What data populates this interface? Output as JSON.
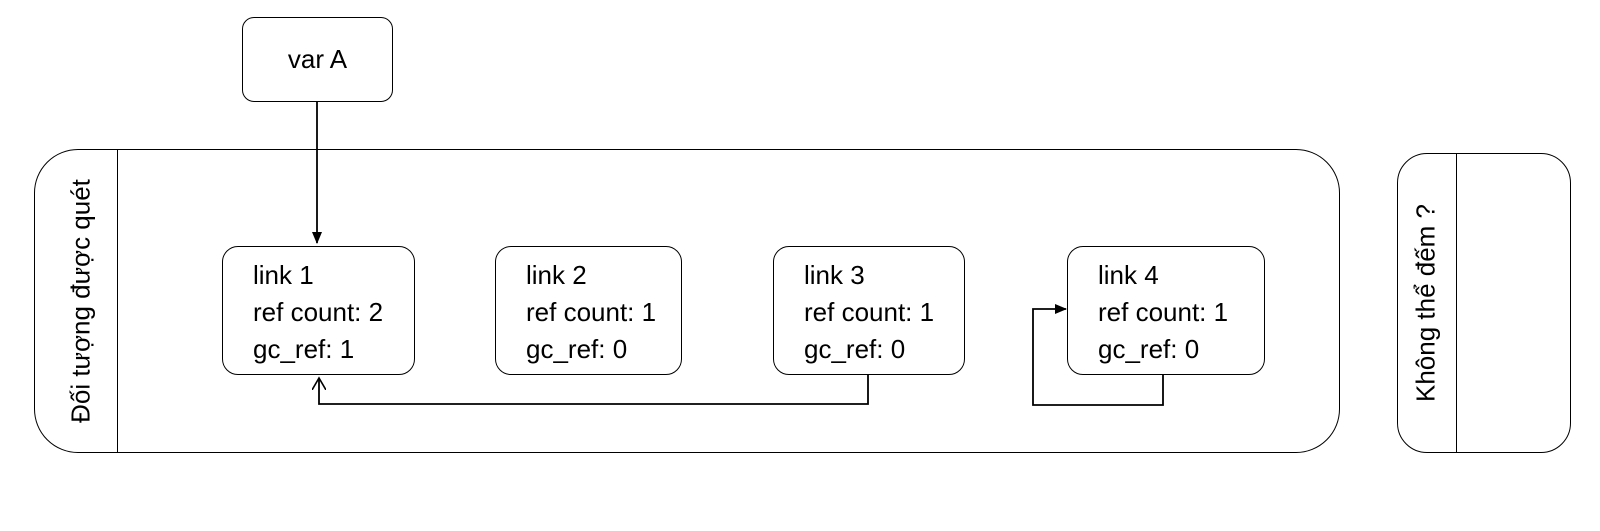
{
  "variable": {
    "label": "var A"
  },
  "groups": {
    "scanned": {
      "label": "Đối tượng được quét"
    },
    "uncountable": {
      "label": "Không thể đếm ?"
    }
  },
  "objects": [
    {
      "name": "link 1",
      "ref_count": "ref count: 2",
      "gc_ref": "gc_ref: 1"
    },
    {
      "name": "link 2",
      "ref_count": "ref count: 1",
      "gc_ref": "gc_ref: 0"
    },
    {
      "name": "link 3",
      "ref_count": "ref count: 1",
      "gc_ref": "gc_ref: 0"
    },
    {
      "name": "link 4",
      "ref_count": "ref count: 1",
      "gc_ref": "gc_ref: 0"
    }
  ],
  "edges": [
    {
      "from": "var A",
      "to": "link 1"
    },
    {
      "from": "link 3",
      "to": "link 1"
    },
    {
      "from": "link 4",
      "to": "link 4"
    }
  ],
  "colors": {
    "stroke": "#000000",
    "background": "#ffffff"
  }
}
